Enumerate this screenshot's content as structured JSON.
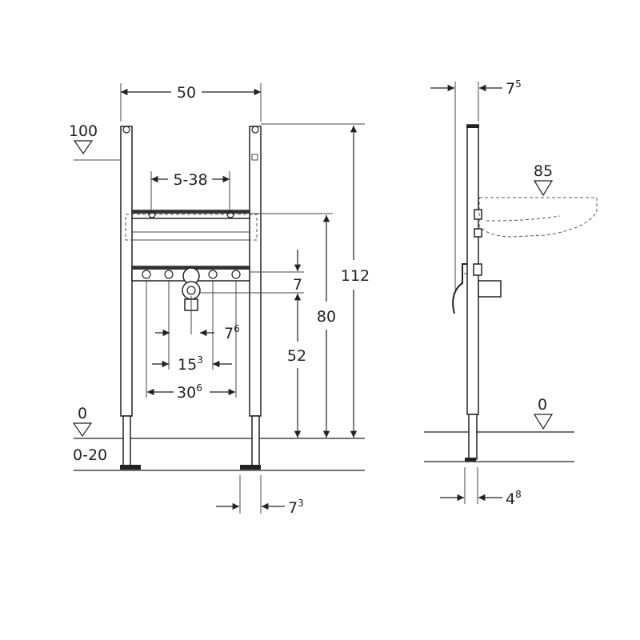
{
  "front_view": {
    "width": "50",
    "height_total": "112",
    "height_upper": "80",
    "height_outlet": "52",
    "outlet_gap": "7",
    "rail_range": "5-38",
    "level_top": "100",
    "level_floor": "0",
    "floor_range": "0-20",
    "spacing_inner": {
      "base": "7",
      "sup": "6"
    },
    "spacing_mid": {
      "base": "15",
      "sup": "3"
    },
    "spacing_outer": {
      "base": "30",
      "sup": "6"
    },
    "leg_width": {
      "base": "7",
      "sup": "3"
    }
  },
  "side_view": {
    "depth_top": {
      "base": "7",
      "sup": "5"
    },
    "level_sink": "85",
    "level_floor": "0",
    "depth_bottom": {
      "base": "4",
      "sup": "8"
    }
  }
}
